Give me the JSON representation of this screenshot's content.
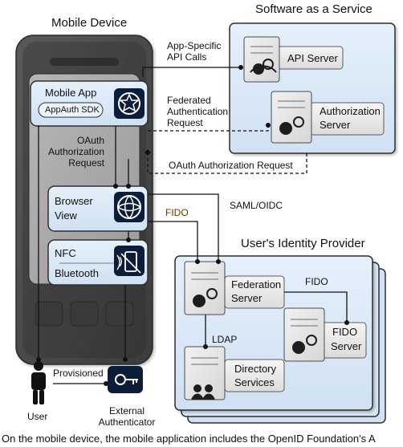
{
  "titles": {
    "mobile_device": "Mobile Device",
    "saas": "Software as a Service",
    "idp": "User's Identity Provider"
  },
  "components": {
    "mobile_app": "Mobile App",
    "appauth_sdk": "AppAuth SDK",
    "browser_view_1": "Browser",
    "browser_view_2": "View",
    "nfc": "NFC",
    "bluetooth": "Bluetooth",
    "api_server": "API Server",
    "authorization_server_1": "Authorization",
    "authorization_server_2": "Server",
    "federation_server_1": "Federation",
    "federation_server_2": "Server",
    "fido_server_1": "FIDO",
    "fido_server_2": "Server",
    "directory_services_1": "Directory",
    "directory_services_2": "Services"
  },
  "labels": {
    "api_calls_1": "App-Specific",
    "api_calls_2": "API Calls",
    "federated_auth_1": "Federated",
    "federated_auth_2": "Authentication",
    "federated_auth_3": "Request",
    "oauth_auth_req_1": "OAuth",
    "oauth_auth_req_2": "Authorization",
    "oauth_auth_req_3": "Request",
    "oauth_auth_req_inline": "OAuth Authorization Request",
    "fido_browser": "FIDO",
    "saml_oidc": "SAML/OIDC",
    "fido_idp": "FIDO",
    "ldap": "LDAP",
    "provisioned": "Provisioned",
    "user": "User",
    "external_authenticator_1": "External",
    "external_authenticator_2": "Authenticator"
  },
  "caption": "On the mobile device, the mobile application includes the OpenID Foundation's A",
  "colors": {
    "device_outer": "#4a4a4a",
    "device_screen": "#a9a9a9",
    "app_panel": "#dbe9f6",
    "app_panel_border": "#2f2f2f",
    "saas_panel": "#d7e6f6",
    "idp_panel": "#d7e6f6",
    "server_box": "#e6e6e6",
    "server_box_border": "#5b5b5b",
    "line": "#111111"
  },
  "icons": {
    "mobile_app_badge": "shield-badge-icon",
    "browser": "globe-icon",
    "nfc_bluetooth": "nfc-phone-icon",
    "server": "server-gears-icon",
    "user": "user-icon",
    "external_authenticator": "key-card-icon"
  }
}
